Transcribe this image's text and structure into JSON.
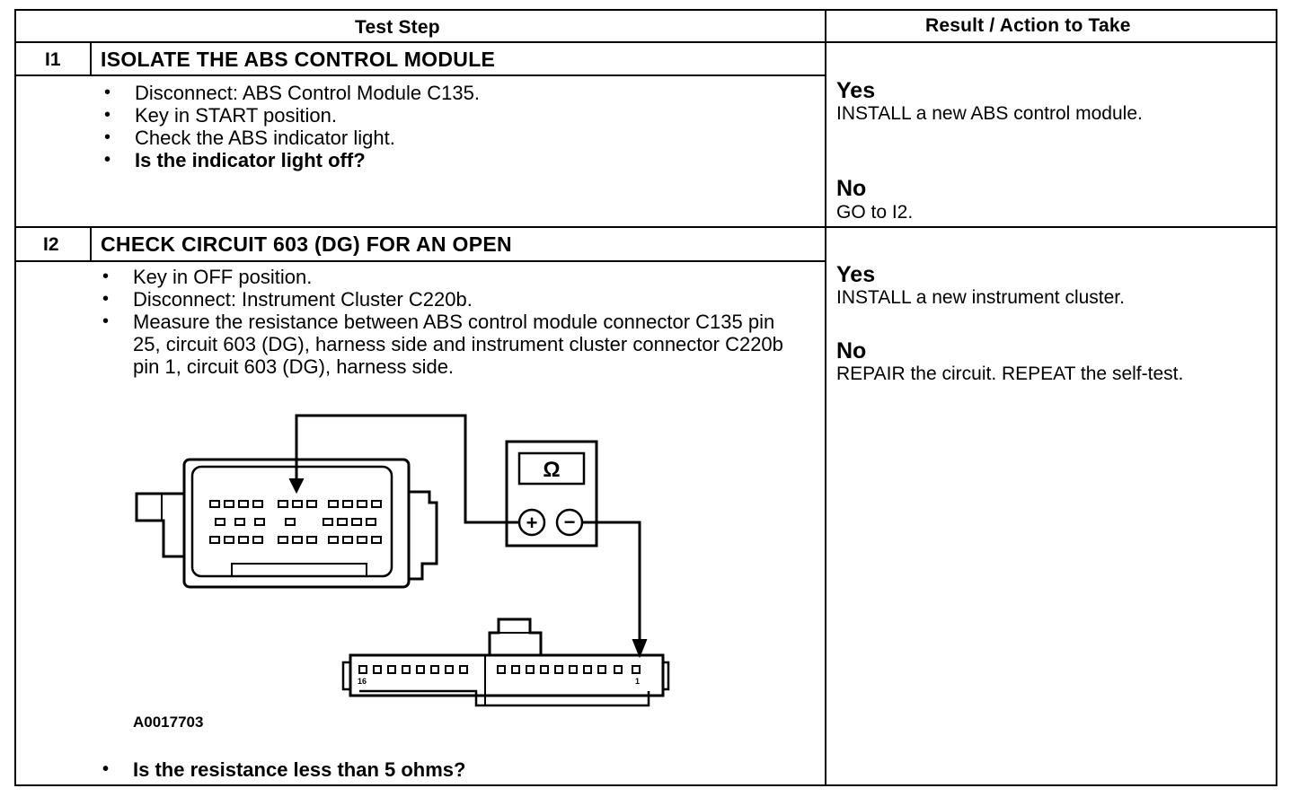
{
  "table": {
    "header": {
      "test_step": "Test Step",
      "result_action": "Result / Action to Take"
    },
    "steps": [
      {
        "id": "I1",
        "title": "ISOLATE THE ABS CONTROL MODULE",
        "bullets": [
          "Disconnect: ABS Control Module C135.",
          "Key in START position.",
          "Check the ABS indicator light.",
          "Is the indicator light off?"
        ],
        "yes_label": "Yes",
        "yes_action": "INSTALL a new ABS control module.",
        "no_label": "No",
        "no_action": "GO to I2."
      },
      {
        "id": "I2",
        "title": "CHECK CIRCUIT 603 (DG) FOR AN OPEN",
        "bullets": [
          "Key in OFF position.",
          "Disconnect: Instrument Cluster C220b.",
          "Measure the resistance between ABS control module connector C135 pin 25, circuit 603 (DG), harness side and instrument cluster connector C220b pin 1, circuit 603 (DG), harness side."
        ],
        "figure": {
          "id": "A0017703",
          "meter_symbol": "Ω",
          "plus": "+",
          "minus": "−",
          "pin_left": "16",
          "pin_right": "1"
        },
        "final_question": "Is the resistance less than 5 ohms?",
        "yes_label": "Yes",
        "yes_action": "INSTALL a new instrument cluster.",
        "no_label": "No",
        "no_action": "REPAIR the circuit. REPEAT the self-test."
      }
    ]
  }
}
